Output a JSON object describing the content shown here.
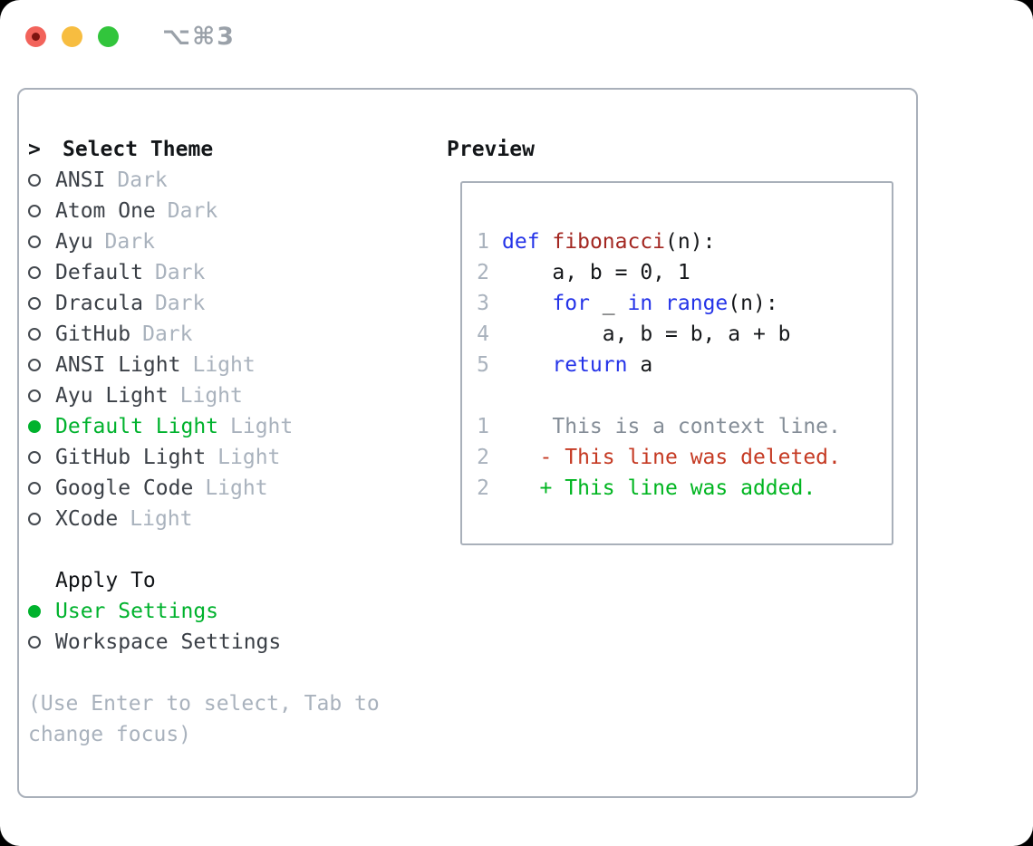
{
  "window": {
    "title": "⌥⌘3",
    "traffic_lights": [
      "close",
      "minimize",
      "zoom"
    ]
  },
  "theme_picker": {
    "prompt": ">",
    "heading": "Select Theme",
    "themes": [
      {
        "name": "ANSI",
        "variant": "Dark",
        "selected": false
      },
      {
        "name": "Atom One",
        "variant": "Dark",
        "selected": false
      },
      {
        "name": "Ayu",
        "variant": "Dark",
        "selected": false
      },
      {
        "name": "Default",
        "variant": "Dark",
        "selected": false
      },
      {
        "name": "Dracula",
        "variant": "Dark",
        "selected": false
      },
      {
        "name": "GitHub",
        "variant": "Dark",
        "selected": false
      },
      {
        "name": "ANSI Light",
        "variant": "Light",
        "selected": false
      },
      {
        "name": "Ayu Light",
        "variant": "Light",
        "selected": false
      },
      {
        "name": "Default Light",
        "variant": "Light",
        "selected": true
      },
      {
        "name": "GitHub Light",
        "variant": "Light",
        "selected": false
      },
      {
        "name": "Google Code",
        "variant": "Light",
        "selected": false
      },
      {
        "name": "XCode",
        "variant": "Light",
        "selected": false
      }
    ],
    "apply_heading": "Apply To",
    "apply_options": [
      {
        "label": "User Settings",
        "selected": true
      },
      {
        "label": "Workspace Settings",
        "selected": false
      }
    ],
    "hint_lines": [
      "(Use Enter to select, Tab to",
      "change focus)"
    ]
  },
  "preview": {
    "heading": "Preview",
    "code_lines": [
      {
        "num": "1",
        "segments": [
          {
            "text": "def",
            "style": "keyword"
          },
          {
            "text": " "
          },
          {
            "text": "fibonacci",
            "style": "function"
          },
          {
            "text": "(n):"
          }
        ]
      },
      {
        "num": "2",
        "segments": [
          {
            "text": "    a, b = 0, 1"
          }
        ]
      },
      {
        "num": "3",
        "segments": [
          {
            "text": "    "
          },
          {
            "text": "for",
            "style": "keyword"
          },
          {
            "text": " _ "
          },
          {
            "text": "in",
            "style": "keyword"
          },
          {
            "text": " "
          },
          {
            "text": "range",
            "style": "keyword"
          },
          {
            "text": "(n):"
          }
        ]
      },
      {
        "num": "4",
        "segments": [
          {
            "text": "        a, b = b, a + b"
          }
        ]
      },
      {
        "num": "5",
        "segments": [
          {
            "text": "    "
          },
          {
            "text": "return",
            "style": "keyword"
          },
          {
            "text": " a"
          }
        ]
      }
    ],
    "diff_lines": [
      {
        "num": "1",
        "kind": "context",
        "text": "    This is a context line."
      },
      {
        "num": "2",
        "kind": "deleted",
        "text": "   - This line was deleted."
      },
      {
        "num": "2",
        "kind": "added",
        "text": "   + This line was added."
      }
    ]
  },
  "colors": {
    "heading": "#131619",
    "name": "#3a3f46",
    "muted": "#a9b2bd",
    "context_gray": "#848d97",
    "ring": "#44494f",
    "green": "#00b22d",
    "added_green": "#00b520",
    "deleted_red": "#c53a23",
    "keyword_blue": "#2433e8",
    "func_red": "#a32721",
    "code_text": "#15171a",
    "border": "#a9b0ba",
    "title_gray": "#9aa1a9",
    "light_red": "#f2635b",
    "light_red_dot": "#7d1410",
    "light_yellow": "#f7bd40",
    "light_green": "#32c53c"
  }
}
